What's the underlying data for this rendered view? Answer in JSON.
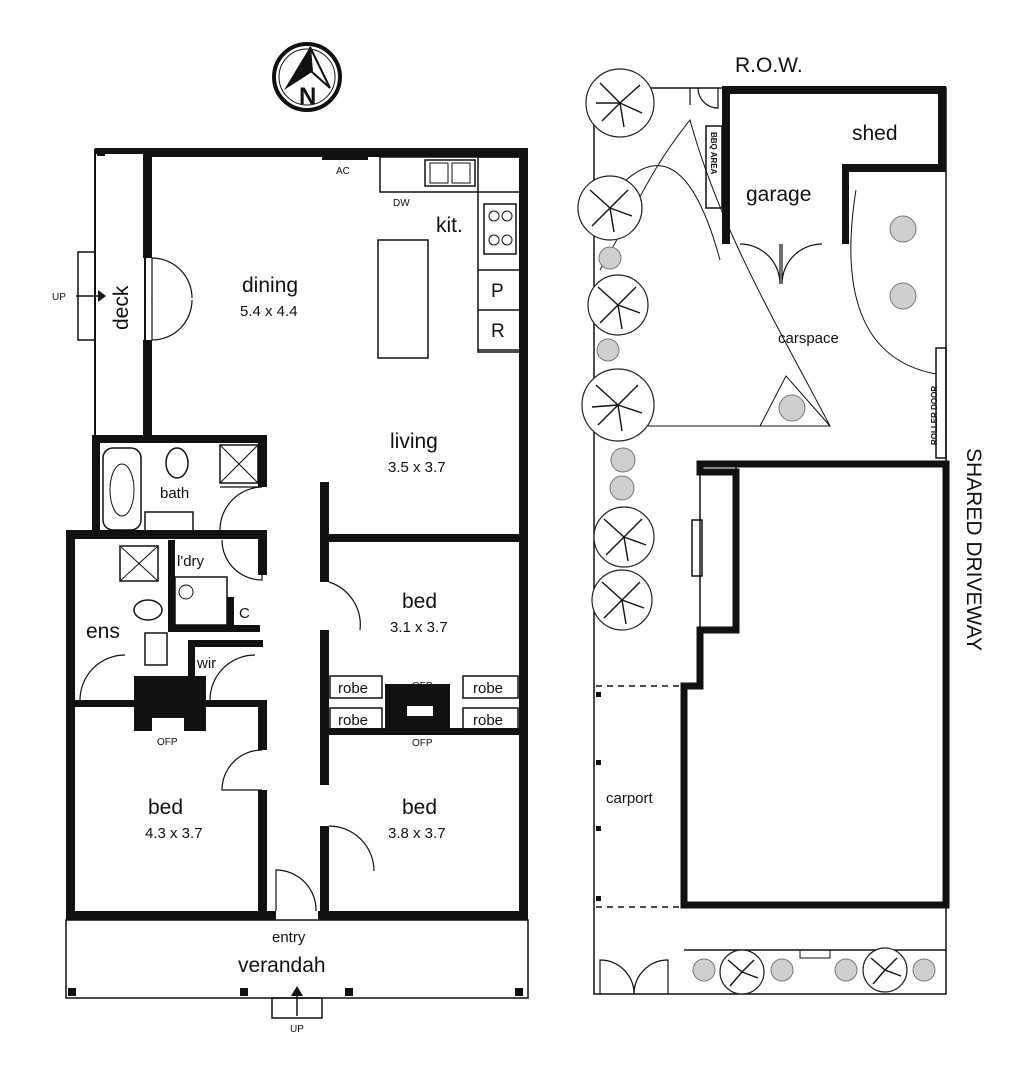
{
  "compass": {
    "north_label": "N"
  },
  "house": {
    "dining": {
      "name": "dining",
      "dims": "5.4 x 4.4"
    },
    "living": {
      "name": "living",
      "dims": "3.5 x 3.7"
    },
    "kitchen": {
      "name": "kit.",
      "dw": "DW",
      "ac": "AC",
      "pantry": "P",
      "fridge": "R"
    },
    "deck": {
      "name": "deck",
      "up": "UP"
    },
    "bath": {
      "name": "bath"
    },
    "laundry": {
      "name": "l'dry",
      "cupboard": "C"
    },
    "ensuite": {
      "name": "ens"
    },
    "wir": {
      "name": "wir"
    },
    "bed_main": {
      "name": "bed",
      "dims": "4.3 x 3.7",
      "ofp": "OFP"
    },
    "bed_2": {
      "name": "bed",
      "dims": "3.1 x 3.7",
      "ofp": "OFP"
    },
    "bed_3": {
      "name": "bed",
      "dims": "3.8 x 3.7",
      "ofp": "OFP"
    },
    "robes": [
      "robe",
      "robe",
      "robe",
      "robe"
    ],
    "entry": {
      "name": "entry"
    },
    "verandah": {
      "name": "verandah",
      "up": "UP"
    }
  },
  "site": {
    "row": "R.O.W.",
    "shed": "shed",
    "garage": "garage",
    "bbq": "BBQ AREA",
    "carspace": "carspace",
    "roller_door": "ROLLER DOOR",
    "shared_driveway": "SHARED DRIVEWAY",
    "carport": "carport"
  }
}
